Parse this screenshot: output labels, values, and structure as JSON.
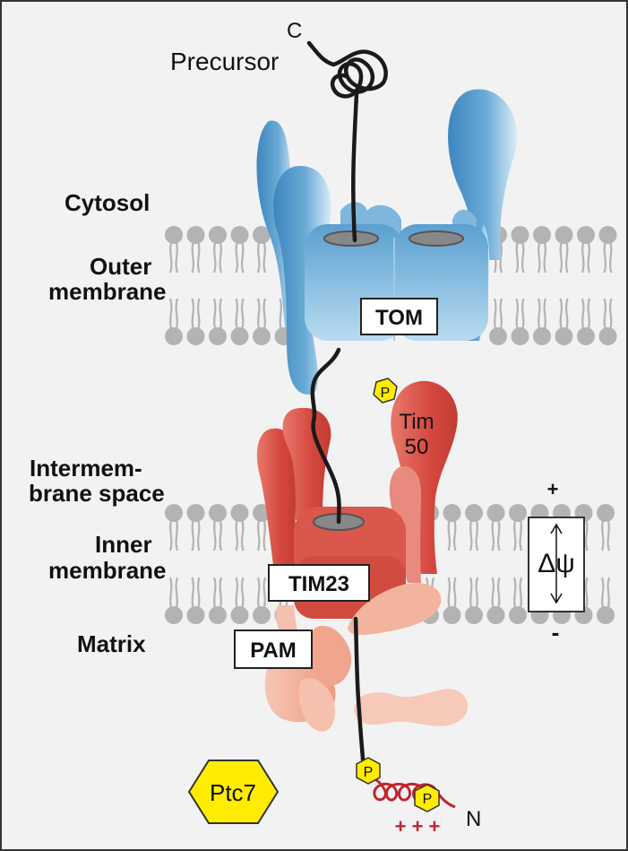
{
  "labels": {
    "c_terminus": "C",
    "precursor": "Precursor",
    "cytosol": "Cytosol",
    "outer_membrane_line1": "Outer",
    "outer_membrane_line2": "membrane",
    "ims_line1": "Intermem-",
    "ims_line2": "brane space",
    "inner_membrane_line1": "Inner",
    "inner_membrane_line2": "membrane",
    "matrix": "Matrix",
    "n_terminus": "N"
  },
  "complexes": {
    "tom": "TOM",
    "tim23": "TIM23",
    "pam": "PAM",
    "tim50_line1": "Tim",
    "tim50_line2": "50",
    "ptc7": "Ptc7"
  },
  "phospho": "P",
  "potential": {
    "plus": "+",
    "minus": "-",
    "delta_psi": "Δψ"
  },
  "charges": "+ + +",
  "colors": {
    "tom_blue": "#4a94c8",
    "tim_red": "#d4473e",
    "pam_salmon": "#f0a88e",
    "phospho_yellow": "#ffec00",
    "helix_red": "#c0262e",
    "lipid_gray": "#b3b3b3",
    "background": "#f2f2f2"
  }
}
